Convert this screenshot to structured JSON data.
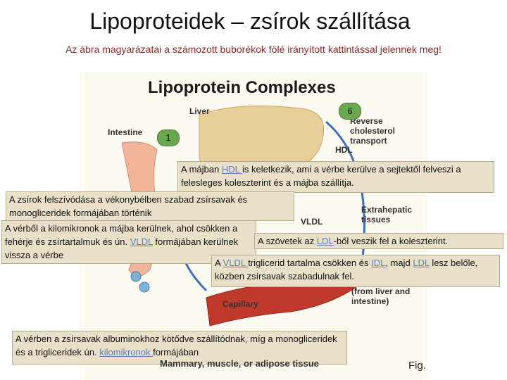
{
  "slide": {
    "title": "Lipoproteidek – zsírok szállítása",
    "subtitle": "Az ábra magyarázatai a számozott buborékok fölé irányított kattintással jelennek meg!"
  },
  "figure": {
    "title": "Lipoprotein Complexes",
    "labels": {
      "liver": "Liver",
      "intestine": "Intestine",
      "reverse_transport": "Reverse cholesterol transport",
      "hdl": "HDL",
      "extrahepatic": "Extrahepatic tissues",
      "vldl": "VLDL",
      "capillary": "Capillary",
      "hdl_precursors": "HDL precursors (from liver and intestine)",
      "bottom_tissue": "Mammary, muscle, or adipose tissue",
      "fig": "Fig."
    },
    "bubbles": {
      "b1": "1",
      "b6": "6"
    }
  },
  "callouts": {
    "hdl": {
      "pre": "A májban ",
      "link": "HDL ",
      "post": "is keletkezik, ami a vérbe kerülve a sejtektől felveszi a felesleges koleszterint és a májba szállítja."
    },
    "absorb": {
      "text": "A zsírok felszívódása a vékonybélben szabad zsírsavak és monogliceridek formájában történik"
    },
    "chylo": {
      "pre": "A vérből a kilomikronok a májba kerülnek, ahol csökken a fehérje és zsírtartalmuk és ún. ",
      "link": "VLDL",
      "post": " formájában kerülnek vissza a vérbe"
    },
    "ldl": {
      "pre": "A szövetek az ",
      "link": "LDL",
      "post": "-ből veszik fel a koleszterint."
    },
    "vldl": {
      "pre": "A ",
      "link1": "VLDL ",
      "mid1": "triglicerid tartalma csökken és ",
      "link2": "IDL",
      "mid2": ", majd ",
      "link3": "LDL",
      "post": " lesz belőle, közben zsírsavak szabadulnak fel."
    },
    "blood": {
      "pre": "A vérben a zsírsavak albuminokhoz kötődve szállítódnak, míg a monogliceridek és a trigliceridek ún. ",
      "link": "kilomikronok ",
      "post": "formájában"
    }
  },
  "colors": {
    "callout_bg": "#e8e0c8",
    "bubble": "#6aa84f",
    "link": "#5b7fb5",
    "subtitle": "#8a2a2a"
  }
}
